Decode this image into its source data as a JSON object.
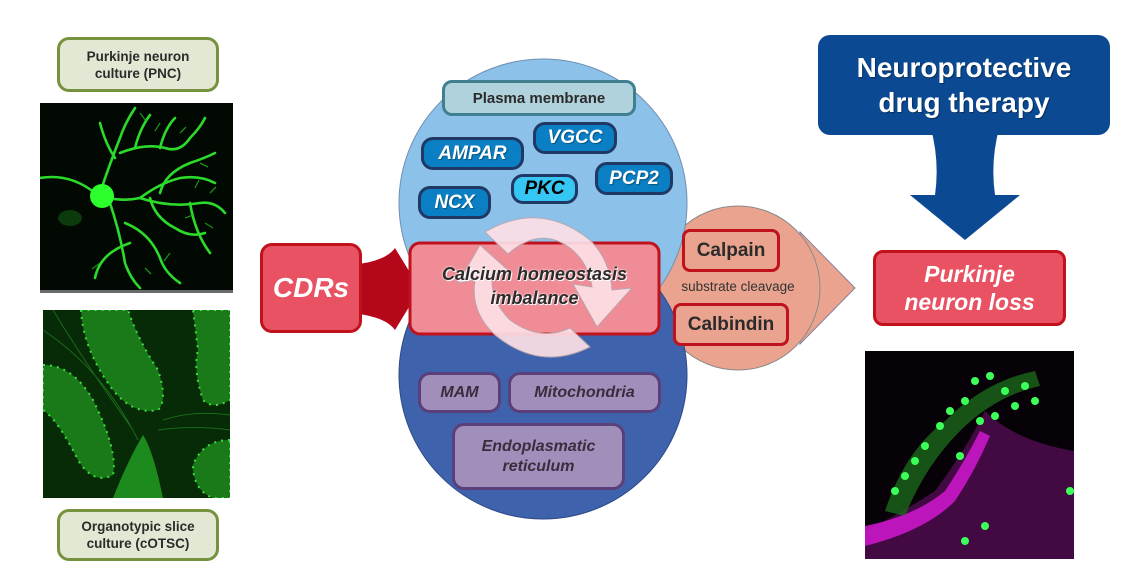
{
  "left_panel": {
    "pnc_label": "Purkinje neuron culture (PNC)",
    "pnc_label_lines": [
      "Purkinje neuron",
      "culture (PNC)"
    ],
    "cotsc_label_lines": [
      "Organotypic slice",
      "culture (cOTSC)"
    ],
    "pnc_image": "green fluorescent Purkinje neuron micrograph",
    "cotsc_image": "green fluorescent cerebellar slice micrograph"
  },
  "cdrs": {
    "label": "CDRs"
  },
  "plasma_membrane": {
    "title": "Plasma membrane",
    "items": [
      "AMPAR",
      "VGCC",
      "NCX",
      "PKC",
      "PCP2"
    ]
  },
  "central": {
    "lines": [
      "Calcium homeostasis",
      "imbalance"
    ],
    "cycle_icon": "circular-arrows-icon"
  },
  "organelles": {
    "items": [
      "MAM",
      "Mitochondria"
    ],
    "er_lines": [
      "Endoplasmatic",
      "reticulum"
    ]
  },
  "cleavage": {
    "enzyme": "Calpain",
    "substrate": "Calbindin",
    "caption": "substrate cleavage"
  },
  "therapy": {
    "lines": [
      "Neuroprotective",
      "drug therapy"
    ]
  },
  "outcome": {
    "lines": [
      "Purkinje",
      "neuron loss"
    ],
    "image": "green/magenta fluorescent cerebellum micrograph"
  },
  "colors": {
    "label_fill": "#e2e8d4",
    "label_border": "#76923c",
    "membrane_circle": "#8cc1ea",
    "er_circle": "#3f62ad",
    "central_fill": "#ef8c96",
    "red_border": "#c0121c",
    "cdrs_fill": "#e85262",
    "cleavage_fill": "#eaa38e",
    "therapy_fill": "#0b4a93",
    "pill_fill": "#0a7fc4",
    "pkc_fill": "#35c6f4",
    "organelle_fill": "#a08fba"
  }
}
